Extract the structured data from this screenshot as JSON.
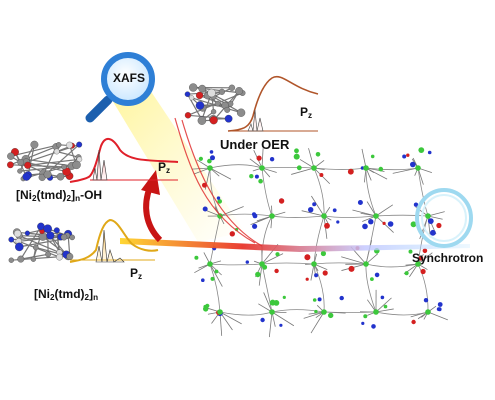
{
  "magnifier": {
    "label": "XAFS"
  },
  "panels": {
    "oer": {
      "label": "Under OER",
      "orbital": "P",
      "orbital_sub": "z"
    },
    "oh": {
      "orbital": "P",
      "orbital_sub": "z",
      "formula": {
        "a": "[Ni",
        "s1": "2",
        "b": "(tmd)",
        "s2": "2",
        "c": "]",
        "s3": "n",
        "d": "-OH"
      }
    },
    "base": {
      "orbital": "P",
      "orbital_sub": "z",
      "formula": {
        "a": "[Ni",
        "s1": "2",
        "b": "(tmd)",
        "s2": "2",
        "c": "]",
        "s3": "n"
      }
    }
  },
  "source": {
    "label": "Synchrotron"
  },
  "colors": {
    "lens_blue": "#2e7fd6",
    "beam_yellow": "#ffe24a",
    "beam_red": "#d91c1c",
    "oh_curve": "#e0202a",
    "oer_curve": "#b0552a",
    "base_curve": "#e0a818",
    "ring": "#9ed9f0",
    "nickel": "#3cc83c",
    "nitrogen": "#2233cc",
    "oxygen": "#d42020",
    "carbon": "#8c8c8c"
  }
}
